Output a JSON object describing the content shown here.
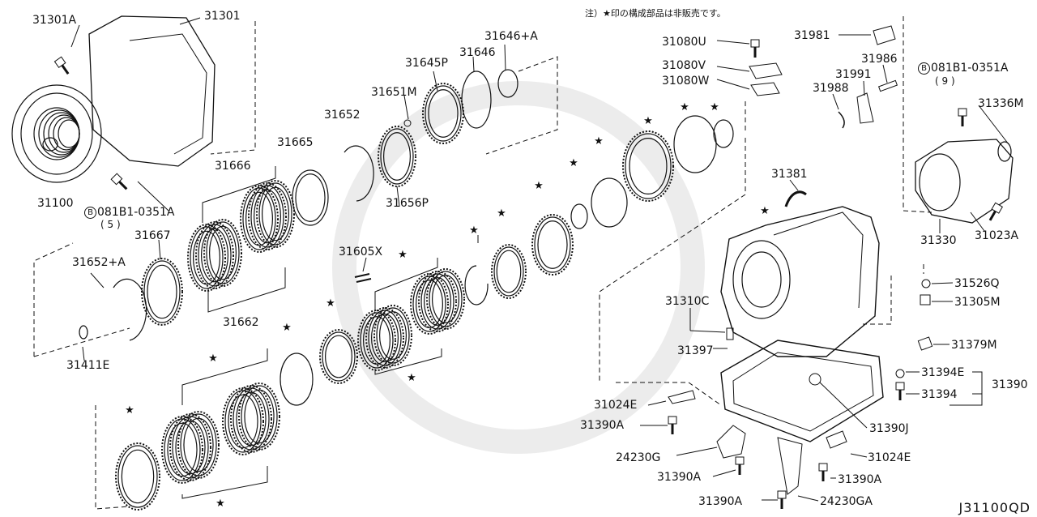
{
  "note": "注）★印の構成部品は非販売です。",
  "diagram_code": "J31100QD",
  "star_symbol": "★",
  "bolt_marker": "B",
  "labels": {
    "p31301A": "31301A",
    "p31301": "31301",
    "p31100": "31100",
    "p081B1_5": "081B1-0351A",
    "qty5": "( 5 )",
    "p31666": "31666",
    "p31665": "31665",
    "p31652": "31652",
    "p31651M": "31651M",
    "p31645P": "31645P",
    "p31646": "31646",
    "p31646A": "31646+A",
    "p31656P": "31656P",
    "p31667": "31667",
    "p31662": "31662",
    "p31652A": "31652+A",
    "p31411E": "31411E",
    "p31605X": "31605X",
    "p31080U": "31080U",
    "p31080V": "31080V",
    "p31080W": "31080W",
    "p31981": "31981",
    "p31986": "31986",
    "p31991": "31991",
    "p31988": "31988",
    "p081B1_9": "081B1-0351A",
    "qty9": "( 9 )",
    "p31336M": "31336M",
    "p31381": "31381",
    "p31330": "31330",
    "p31023A": "31023A",
    "p31526Q": "31526Q",
    "p31305M": "31305M",
    "p31310C": "31310C",
    "p31397": "31397",
    "p31379M": "31379M",
    "p31394E": "31394E",
    "p31390": "31390",
    "p31394": "31394",
    "p31024E_a": "31024E",
    "p31390A_a": "31390A",
    "p31390J": "31390J",
    "p24230G": "24230G",
    "p31024E_b": "31024E",
    "p31390A_b": "31390A",
    "p31390A_c": "31390A",
    "p31390A_d": "31390A",
    "p24230GA": "24230GA"
  }
}
